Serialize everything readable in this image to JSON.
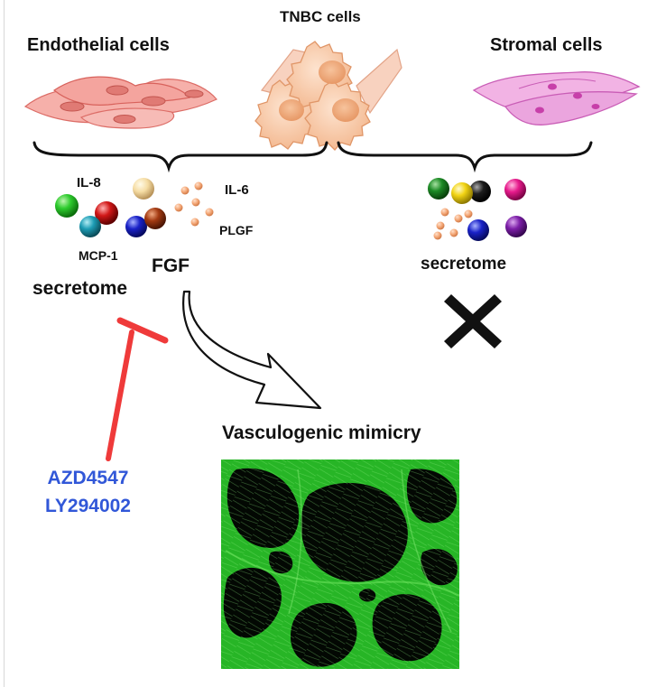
{
  "labels": {
    "endothelial": "Endothelial cells",
    "tnbc": "TNBC cells",
    "stromal": "Stromal cells",
    "il8": "IL-8",
    "il6": "IL-6",
    "plgf": "PLGF",
    "mcp1": "MCP-1",
    "fgf": "FGF",
    "secretome_left": "secretome",
    "secretome_right": "secretome",
    "vasculogenic": "Vasculogenic mimicry",
    "inhibitor_1": "AZD4547",
    "inhibitor_2": "LY294002"
  },
  "colors": {
    "inhibitor_text": "#3157d8",
    "inhibitor_arrow": "#e83a3a",
    "endothelial_cell": "#f4a9a3",
    "tnbc_cell": "#f6c7a7",
    "stromal_cell": "#e99ad6",
    "microscopy_stain": "#2dbe2a"
  },
  "icons": {
    "blocked": "x-mark-icon",
    "flow": "hollow-arrow-icon",
    "inhibit": "t-bar-inhibition-icon"
  }
}
